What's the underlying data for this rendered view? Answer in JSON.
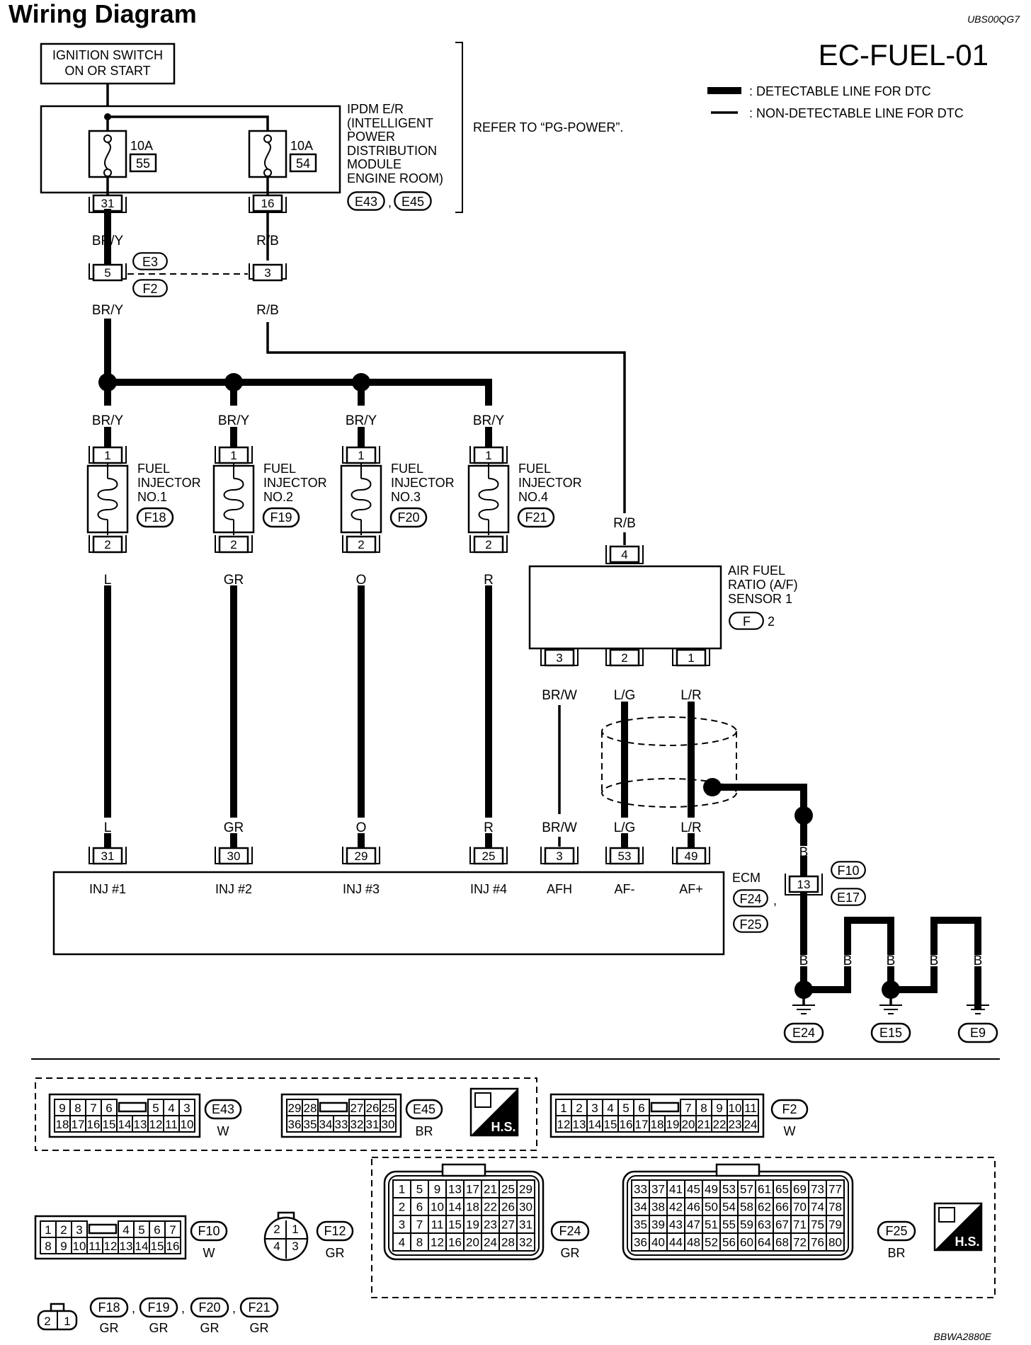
{
  "header": {
    "title": "Wiring Diagram",
    "code": "EC-FUEL-01",
    "doc_id": "UBS00QG7",
    "footer_id": "BBWA2880E"
  },
  "legend": {
    "detectable": ": DETECTABLE LINE FOR DTC",
    "non_detectable": ": NON-DETECTABLE LINE FOR DTC"
  },
  "ignition": {
    "line1": "IGNITION SWITCH",
    "line2": "ON OR START"
  },
  "ipdm": {
    "label": [
      "IPDM E/R",
      "(INTELLIGENT",
      "POWER",
      "DISTRIBUTION",
      "MODULE",
      "ENGINE ROOM)"
    ],
    "refer": "REFER TO “PG-POWER”.",
    "fuse1": {
      "rating": "10A",
      "num": "55",
      "pin": "31"
    },
    "fuse2": {
      "rating": "10A",
      "num": "54",
      "pin": "16"
    },
    "connectors": [
      "E43",
      "E45"
    ],
    "comma": ","
  },
  "joint": {
    "pin_a": "5",
    "pin_b": "3",
    "conn_top": "E3",
    "conn_bottom": "F2"
  },
  "wires": {
    "bry": "BR/Y",
    "rb": "R/B",
    "l": "L",
    "gr": "GR",
    "o": "O",
    "r": "R",
    "brw": "BR/W",
    "lg": "L/G",
    "lr": "L/R",
    "b": "B"
  },
  "injectors": [
    {
      "line1": "FUEL",
      "line2": "INJECTOR",
      "line3": "NO.1",
      "conn": "F18",
      "pin_top": "1",
      "pin_bottom": "2"
    },
    {
      "line1": "FUEL",
      "line2": "INJECTOR",
      "line3": "NO.2",
      "conn": "F19",
      "pin_top": "1",
      "pin_bottom": "2"
    },
    {
      "line1": "FUEL",
      "line2": "INJECTOR",
      "line3": "NO.3",
      "conn": "F20",
      "pin_top": "1",
      "pin_bottom": "2"
    },
    {
      "line1": "FUEL",
      "line2": "INJECTOR",
      "line3": "NO.4",
      "conn": "F21",
      "pin_top": "1",
      "pin_bottom": "2"
    }
  ],
  "af_sensor": {
    "line1": "AIR FUEL",
    "line2": "RATIO (A/F)",
    "line3": "SENSOR 1",
    "conn": "F",
    "conn_suffix": "2",
    "pin_top": "4",
    "pins": [
      "3",
      "2",
      "1"
    ]
  },
  "ecm": {
    "label": "ECM",
    "connectors": [
      "F24",
      "F25"
    ],
    "comma": ",",
    "pins": [
      {
        "num": "31",
        "label": "INJ #1"
      },
      {
        "num": "30",
        "label": "INJ #2"
      },
      {
        "num": "29",
        "label": "INJ #3"
      },
      {
        "num": "25",
        "label": "INJ #4"
      },
      {
        "num": "3",
        "label": "AFH"
      },
      {
        "num": "53",
        "label": "AF-"
      },
      {
        "num": "49",
        "label": "AF+"
      }
    ]
  },
  "ground_joint": {
    "pin": "13",
    "conn_top": "F10",
    "conn_bottom": "E17"
  },
  "grounds": [
    "E24",
    "E15",
    "E9"
  ],
  "connector_views": {
    "e43": {
      "name": "E43",
      "color": "W",
      "row1": [
        "9",
        "8",
        "7",
        "6",
        "",
        "5",
        "4",
        "3"
      ],
      "row2": [
        "18",
        "17",
        "16",
        "15",
        "14",
        "13",
        "12",
        "11",
        "10"
      ]
    },
    "e45": {
      "name": "E45",
      "color": "BR",
      "row1": [
        "29",
        "28",
        "",
        "27",
        "26",
        "25"
      ],
      "row2": [
        "36",
        "35",
        "34",
        "33",
        "32",
        "31",
        "30"
      ]
    },
    "hs": "H.S.",
    "f2": {
      "name": "F2",
      "color": "W",
      "row1": [
        "1",
        "2",
        "3",
        "4",
        "5",
        "6",
        "",
        "7",
        "8",
        "9",
        "10",
        "11"
      ],
      "row2": [
        "12",
        "13",
        "14",
        "15",
        "16",
        "17",
        "18",
        "19",
        "20",
        "21",
        "22",
        "23",
        "24"
      ]
    },
    "f10": {
      "name": "F10",
      "color": "W",
      "row1": [
        "1",
        "2",
        "3",
        "",
        "4",
        "5",
        "6",
        "7"
      ],
      "row2": [
        "8",
        "9",
        "10",
        "11",
        "12",
        "13",
        "14",
        "15",
        "16"
      ]
    },
    "f12": {
      "name": "F12",
      "color": "GR",
      "pins": [
        "2",
        "1",
        "4",
        "3"
      ]
    },
    "f24": {
      "name": "F24",
      "color": "GR",
      "rows": [
        [
          "1",
          "5",
          "9",
          "13",
          "17",
          "21",
          "25",
          "29"
        ],
        [
          "2",
          "6",
          "10",
          "14",
          "18",
          "22",
          "26",
          "30"
        ],
        [
          "3",
          "7",
          "11",
          "15",
          "19",
          "23",
          "27",
          "31"
        ],
        [
          "4",
          "8",
          "12",
          "16",
          "20",
          "24",
          "28",
          "32"
        ]
      ]
    },
    "f25": {
      "name": "F25",
      "color": "BR",
      "rows": [
        [
          "33",
          "37",
          "41",
          "45",
          "49",
          "53",
          "57",
          "61",
          "65",
          "69",
          "73",
          "77"
        ],
        [
          "34",
          "38",
          "42",
          "46",
          "50",
          "54",
          "58",
          "62",
          "66",
          "70",
          "74",
          "78"
        ],
        [
          "35",
          "39",
          "43",
          "47",
          "51",
          "55",
          "59",
          "63",
          "67",
          "71",
          "75",
          "79"
        ],
        [
          "36",
          "40",
          "44",
          "48",
          "52",
          "56",
          "60",
          "64",
          "68",
          "72",
          "76",
          "80"
        ]
      ]
    },
    "inj": {
      "names": [
        "F18",
        "F19",
        "F20",
        "F21"
      ],
      "color": "GR",
      "pins": [
        "2",
        "1"
      ],
      "sep": ","
    }
  }
}
